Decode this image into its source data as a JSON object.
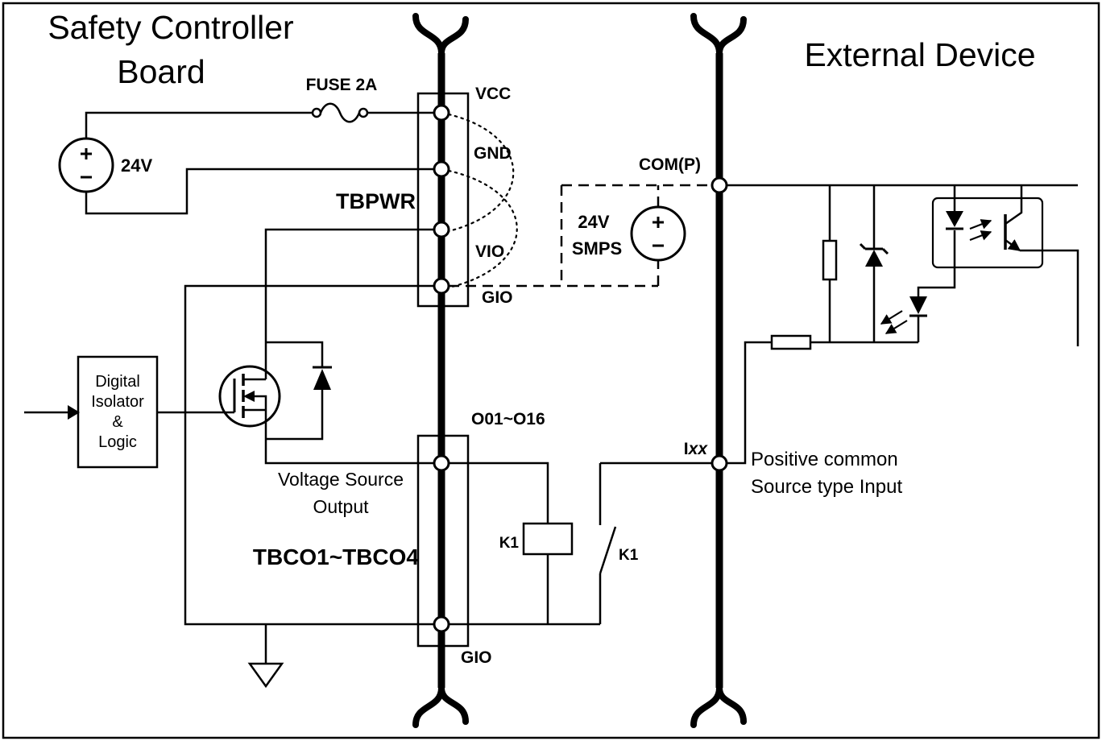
{
  "page": {
    "board_title_line1": "Safety Controller",
    "board_title_line2": "Board",
    "external_title": "External Device"
  },
  "power": {
    "fuse_label": "FUSE 2A",
    "supply_label": "24V",
    "terminal_block": "TBPWR",
    "pin_vcc": "VCC",
    "pin_gnd": "GND",
    "pin_vio": "VIO",
    "pin_gio": "GIO"
  },
  "smps": {
    "com_label": "COM(P)",
    "line1": "24V",
    "line2": "SMPS"
  },
  "output_section": {
    "isolator_line1": "Digital",
    "isolator_line2": "Isolator",
    "isolator_line3": "&",
    "isolator_line4": "Logic",
    "vso_line1": "Voltage Source",
    "vso_line2": "Output",
    "terminal_block": "TBCO1~TBCO4",
    "pin_range": "O01~O16",
    "pin_gio": "GIO",
    "relay_coil": "K1"
  },
  "input_section": {
    "relay_contact": "K1",
    "ixx_prefix": "I",
    "ixx_sub": "xx",
    "desc_line1": "Positive common",
    "desc_line2": "Source type Input"
  },
  "colors": {
    "ink": "#000000",
    "background": "#ffffff"
  }
}
